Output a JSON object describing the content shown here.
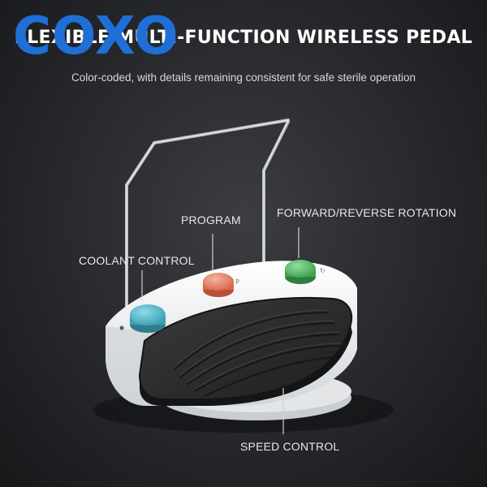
{
  "brand": {
    "logo_text": "COXO",
    "logo_color": "#1f6fd6"
  },
  "header": {
    "title": "FLEXIBLE MULTI-FUNCTION WIRELESS PEDAL",
    "subtitle": "Color-coded, with details remaining consistent for safe sterile operation"
  },
  "callouts": {
    "coolant": "COOLANT CONTROL",
    "program": "PROGRAM",
    "rotation": "FORWARD/REVERSE ROTATION",
    "speed": "SPEED CONTROL"
  },
  "colors": {
    "coolant_button": "#4bb7c9",
    "program_button": "#e8866a",
    "rotation_button": "#56b96a",
    "pedal_plate": "#2d2e30",
    "base": "#f2f3f4"
  }
}
